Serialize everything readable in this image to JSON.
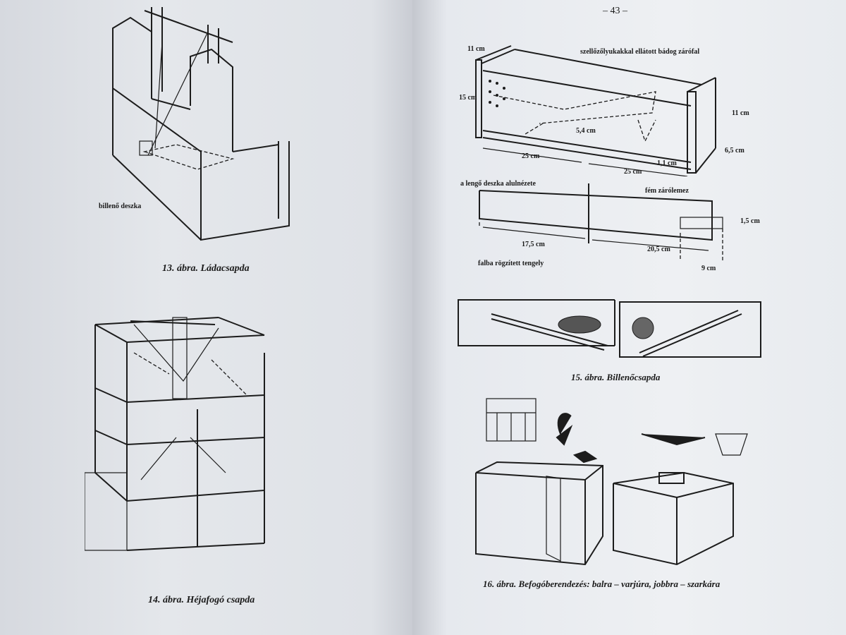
{
  "left_page": {
    "fig13": {
      "caption": "13. ábra. Ládacsapda",
      "label_tilting_board": "billenő deszka"
    },
    "fig14": {
      "caption": "14. ábra. Héjafogó csapda"
    }
  },
  "right_page": {
    "page_number": "– 43 –",
    "fig15": {
      "caption": "15. ábra. Billenőcsapda",
      "labels": {
        "vent_wall": "szellőzőlyukakkal ellátott bádog zárófal",
        "dim_11_top": "11 cm",
        "dim_15": "15 cm",
        "dim_11_right": "11 cm",
        "dim_5_4": "5,4 cm",
        "dim_25_left": "25 cm",
        "dim_25_right": "25 cm",
        "dim_1_1": "1,1 cm",
        "dim_6_5": "6,5 cm",
        "underside_view": "a lengő deszka alulnézete",
        "metal_plate": "fém zárólemez",
        "dim_1_5": "1,5 cm",
        "dim_17_5": "17,5 cm",
        "dim_20_5": "20,5 cm",
        "dim_9": "9 cm",
        "axle": "falba rögzített tengely"
      }
    },
    "fig16": {
      "caption": "16. ábra. Befogóberendezés: balra – varjúra, jobbra – szarkára"
    }
  }
}
